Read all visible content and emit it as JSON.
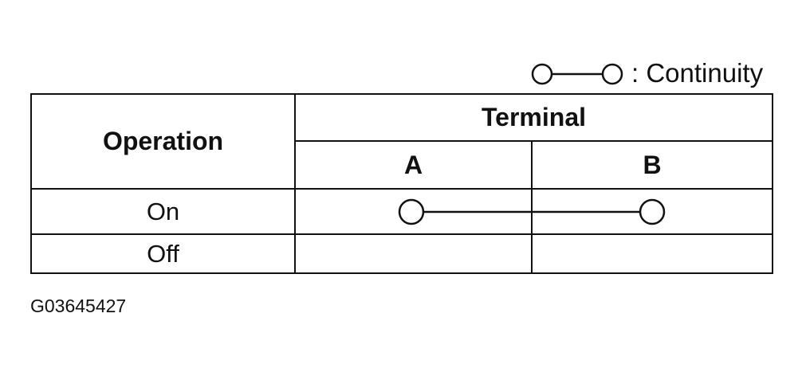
{
  "legend": {
    "symbol": "circle-line-circle",
    "label": ": Continuity"
  },
  "table": {
    "column_header_operation": "Operation",
    "column_header_terminal": "Terminal",
    "terminals": [
      "A",
      "B"
    ],
    "rows": [
      {
        "operation": "On",
        "continuity": [
          "A",
          "B"
        ]
      },
      {
        "operation": "Off",
        "continuity": []
      }
    ]
  },
  "figure_code": "G03645427"
}
